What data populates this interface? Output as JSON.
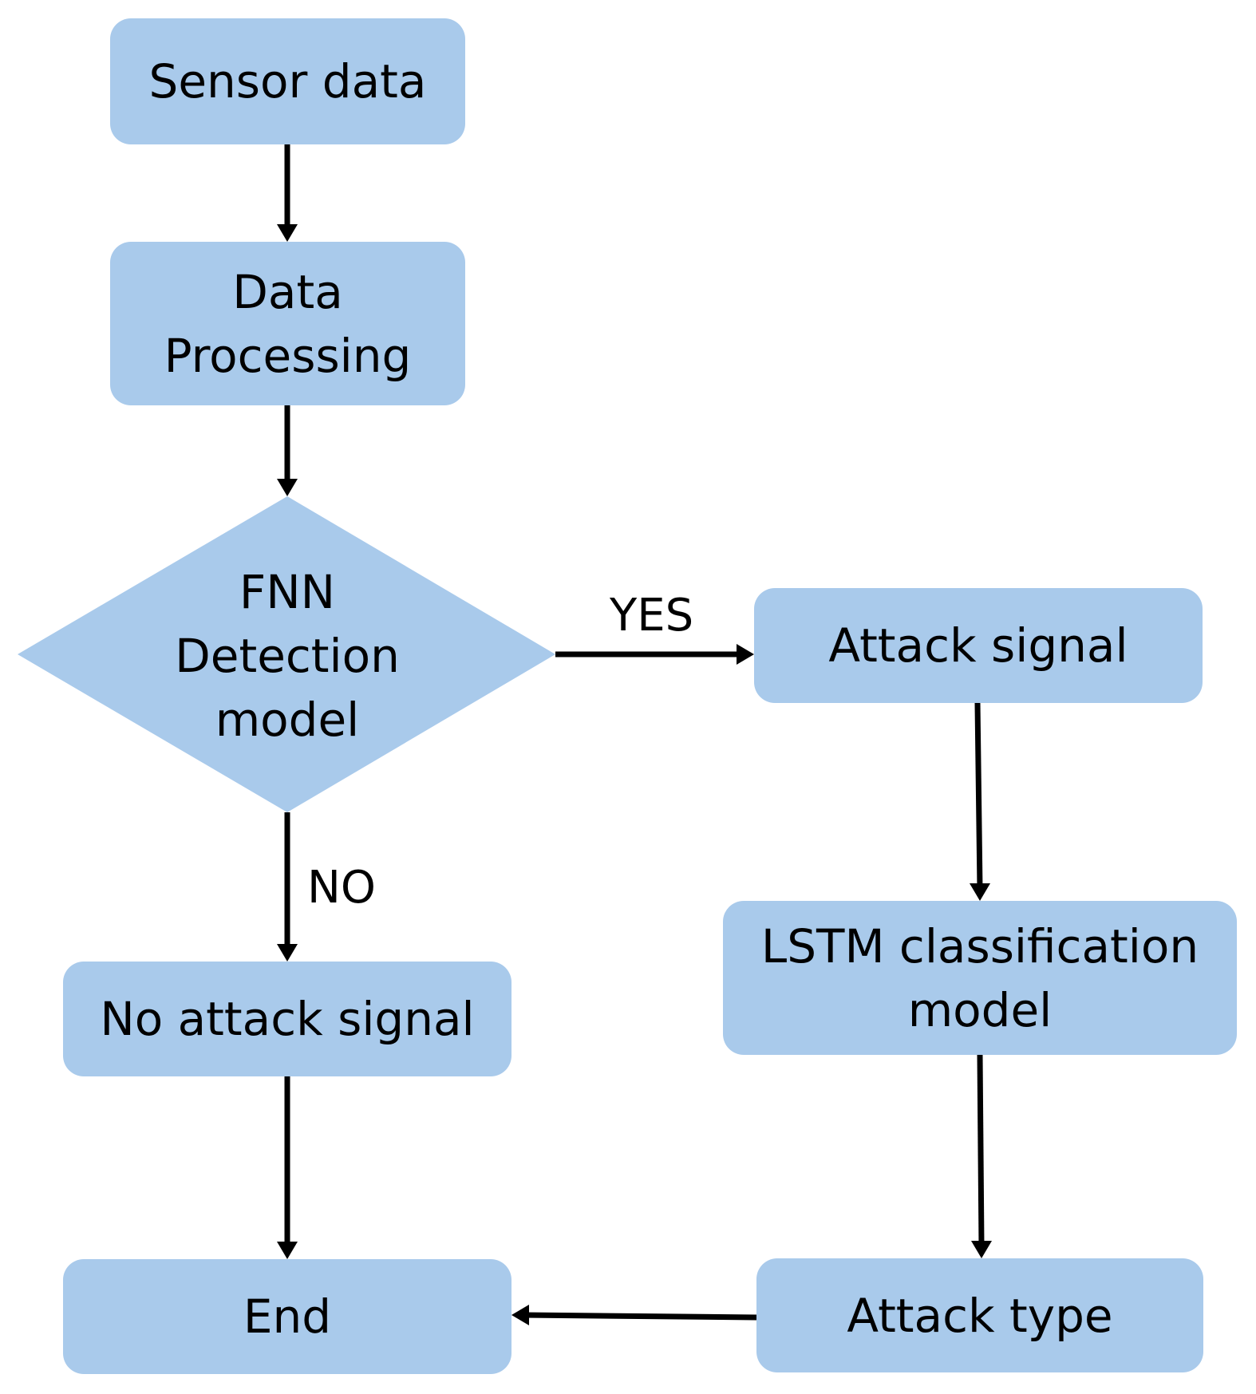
{
  "colors": {
    "node_fill": "#a9caeb",
    "arrow": "#000000",
    "text": "#000000"
  },
  "nodes": {
    "sensor_data": {
      "label": "Sensor data"
    },
    "data_processing": {
      "lines": [
        "Data",
        "Processing"
      ]
    },
    "fnn_detection": {
      "lines": [
        "FNN",
        "Detection",
        "model"
      ]
    },
    "attack_signal": {
      "label": "Attack signal"
    },
    "lstm_classification": {
      "lines": [
        "LSTM classification",
        "model"
      ]
    },
    "no_attack_signal": {
      "label": "No attack signal"
    },
    "end": {
      "label": "End"
    },
    "attack_type": {
      "label": "Attack type"
    }
  },
  "edges": {
    "yes_label": "YES",
    "no_label": "NO"
  }
}
